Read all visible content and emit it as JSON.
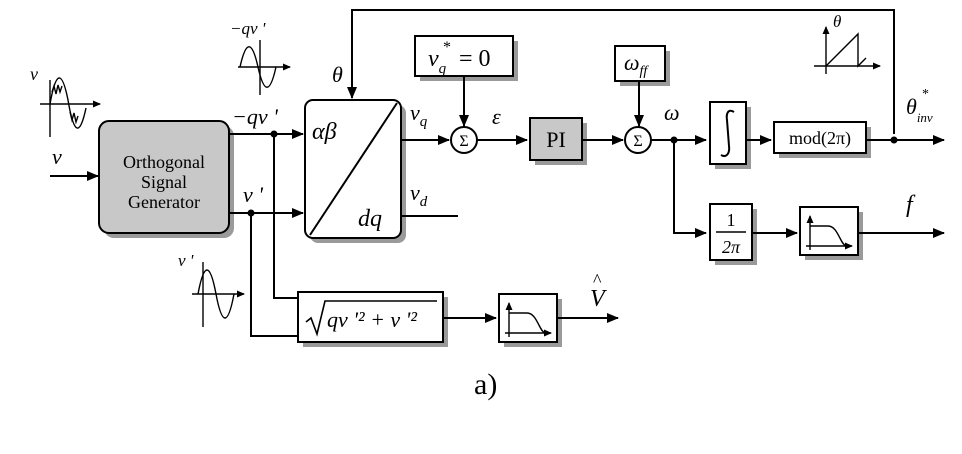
{
  "blocks": {
    "osg": [
      "Orthogonal",
      "Signal",
      "Generator"
    ],
    "park_in": "αβ",
    "park_out": "dq",
    "pi": "PI",
    "sum_symbol": "Σ",
    "modulo": "mod(2π)",
    "gain_num": "1",
    "gain_den": "2π",
    "vq_ref": "= 0",
    "omega_ff": "ω",
    "omega_ff_sub": "ff",
    "amplitude_expr": "qv '² + v '²"
  },
  "signals": {
    "v": "v",
    "minus_qv": "−qv '",
    "v_prime": "v '",
    "theta": "θ",
    "vq": "v",
    "vq_sub": "q",
    "vd": "v",
    "vd_sub": "d",
    "epsilon": "ε",
    "omega": "ω",
    "theta_inv": "θ",
    "theta_inv_sub": "inv",
    "theta_inv_sup": "*",
    "f": "f",
    "v_hat": "V",
    "v_hat_accent": "^",
    "vq_star": "v",
    "vq_star_sub": "q",
    "vq_star_sup": "*"
  },
  "caption": "a)"
}
